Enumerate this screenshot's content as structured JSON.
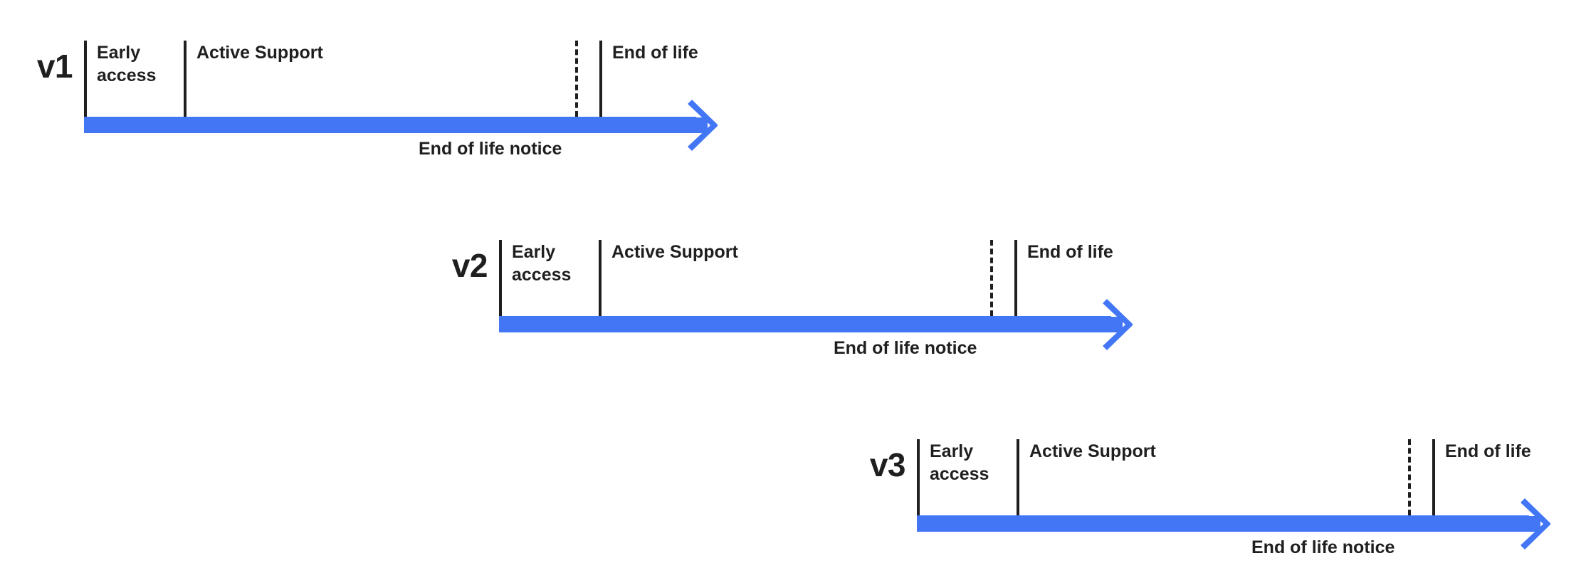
{
  "diagram": {
    "type": "release-lifecycle-timeline",
    "accent_color": "#4276f5",
    "line_color": "#1f1f1f",
    "background": "#ffffff",
    "rows": [
      {
        "version": "v1",
        "segments": [
          {
            "label": "Early\naccess"
          },
          {
            "label": "Active Support"
          },
          {
            "label": "End of life"
          }
        ],
        "notice": "End of life notice"
      },
      {
        "version": "v2",
        "segments": [
          {
            "label": "Early\naccess"
          },
          {
            "label": "Active Support"
          },
          {
            "label": "End of life"
          }
        ],
        "notice": "End of life notice"
      },
      {
        "version": "v3",
        "segments": [
          {
            "label": "Early\naccess"
          },
          {
            "label": "Active Support"
          },
          {
            "label": "End of life"
          }
        ],
        "notice": "End of life notice"
      }
    ]
  }
}
